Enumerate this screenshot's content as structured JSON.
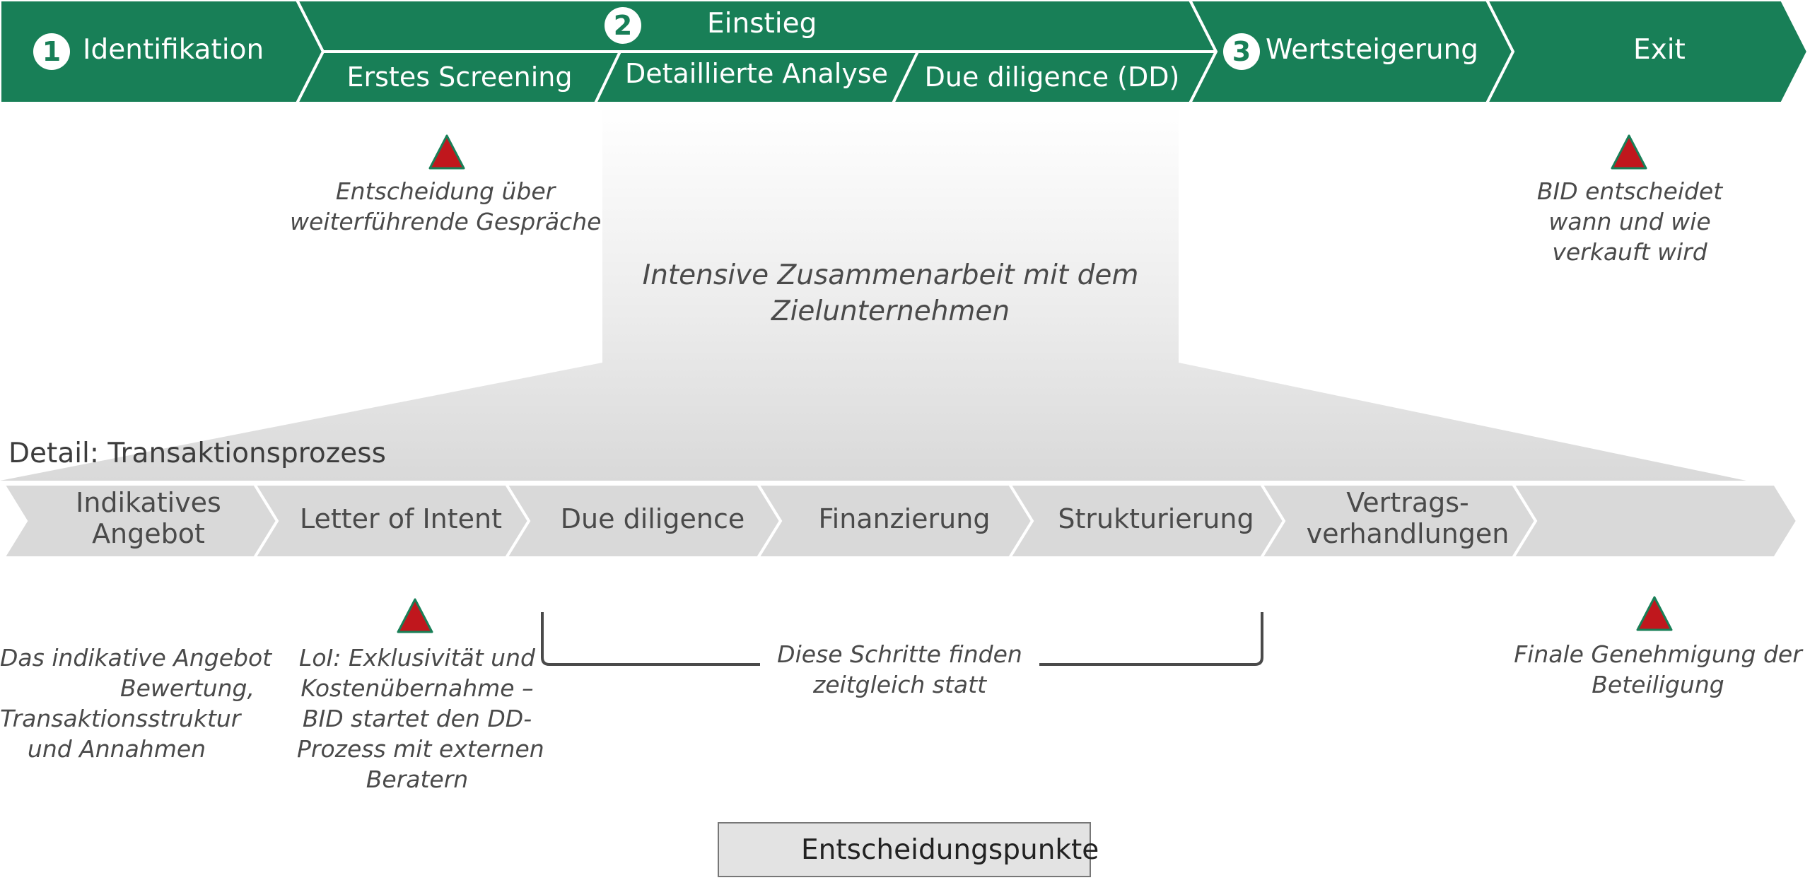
{
  "colors": {
    "green": "#187f57",
    "grey": "#d9d9d9",
    "red": "#c0171d",
    "text": "#3a3a3a"
  },
  "phases": [
    {
      "number": "1",
      "label": "Identifikation"
    },
    {
      "number": "2",
      "label": "Einstieg"
    },
    {
      "number": "3",
      "label": "Wertsteigerung"
    },
    {
      "number": "",
      "label": "Exit"
    }
  ],
  "entry_subphases": [
    "Erstes Screening",
    "Detaillierte Analyse",
    "Due diligence (DD)"
  ],
  "top_notes": {
    "screening": [
      "Entscheidung über",
      "weiterführende Gespräche"
    ],
    "exit": [
      "BID entscheidet",
      "wann und wie",
      "verkauft wird"
    ]
  },
  "focus_text": [
    "Intensive Zusammenarbeit mit dem",
    "Zielunternehmen"
  ],
  "detail_title": "Detail: Transaktionsprozess",
  "process_steps": [
    [
      "Indikatives",
      "Angebot"
    ],
    [
      "Letter of Intent"
    ],
    [
      "Due diligence"
    ],
    [
      "Finanzierung"
    ],
    [
      "Strukturierung"
    ],
    [
      "Vertrags-",
      "verhandlungen"
    ],
    [
      ""
    ]
  ],
  "bottom_notes": {
    "angebot": [
      "Das indikative Angebot",
      "Bewertung,",
      "Transaktionsstruktur",
      "und Annahmen"
    ],
    "loi": [
      "LoI: Exklusivität und",
      "Kostenübernahme –",
      "BID startet den DD-",
      "Prozess mit externen",
      "Beratern"
    ],
    "parallel": [
      "Diese Schritte finden",
      "zeitgleich statt"
    ],
    "final": [
      "Finale Genehmigung der",
      "Beteiligung"
    ]
  },
  "legend": {
    "icon": "red-triangle-icon",
    "label": "Entscheidungspunkte"
  }
}
